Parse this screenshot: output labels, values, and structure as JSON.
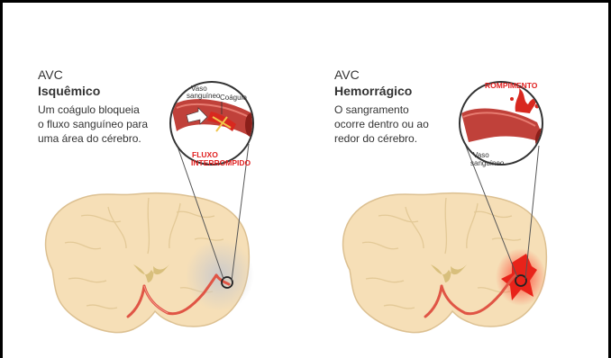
{
  "ischemic": {
    "title_line1": "AVC",
    "title_line2": "Isquêmico",
    "description": [
      "Um coágulo bloqueia",
      "o fluxo sanguíneo para",
      "uma área do cérebro."
    ],
    "zoom_labels": {
      "vessel": [
        "Vaso",
        "sanguíneo"
      ],
      "clot": "Coágulo",
      "flow": [
        "FLUXO",
        "INTERROMPIDO"
      ]
    }
  },
  "hemorrhagic": {
    "title_line1": "AVC",
    "title_line2": "Hemorrágico",
    "description": [
      "O sangramento",
      "ocorre dentro ou ao",
      "redor do cérebro."
    ],
    "zoom_labels": {
      "rupture": "ROMPIMENTO",
      "vessel": [
        "Vaso",
        "sanguíneo"
      ]
    }
  },
  "colors": {
    "brain": "#f6dfb7",
    "brain_outline": "#dcc091",
    "artery": "#e05545",
    "blood": "#d8281f",
    "label_red": "#e02020",
    "vessel": "#c0413a"
  }
}
